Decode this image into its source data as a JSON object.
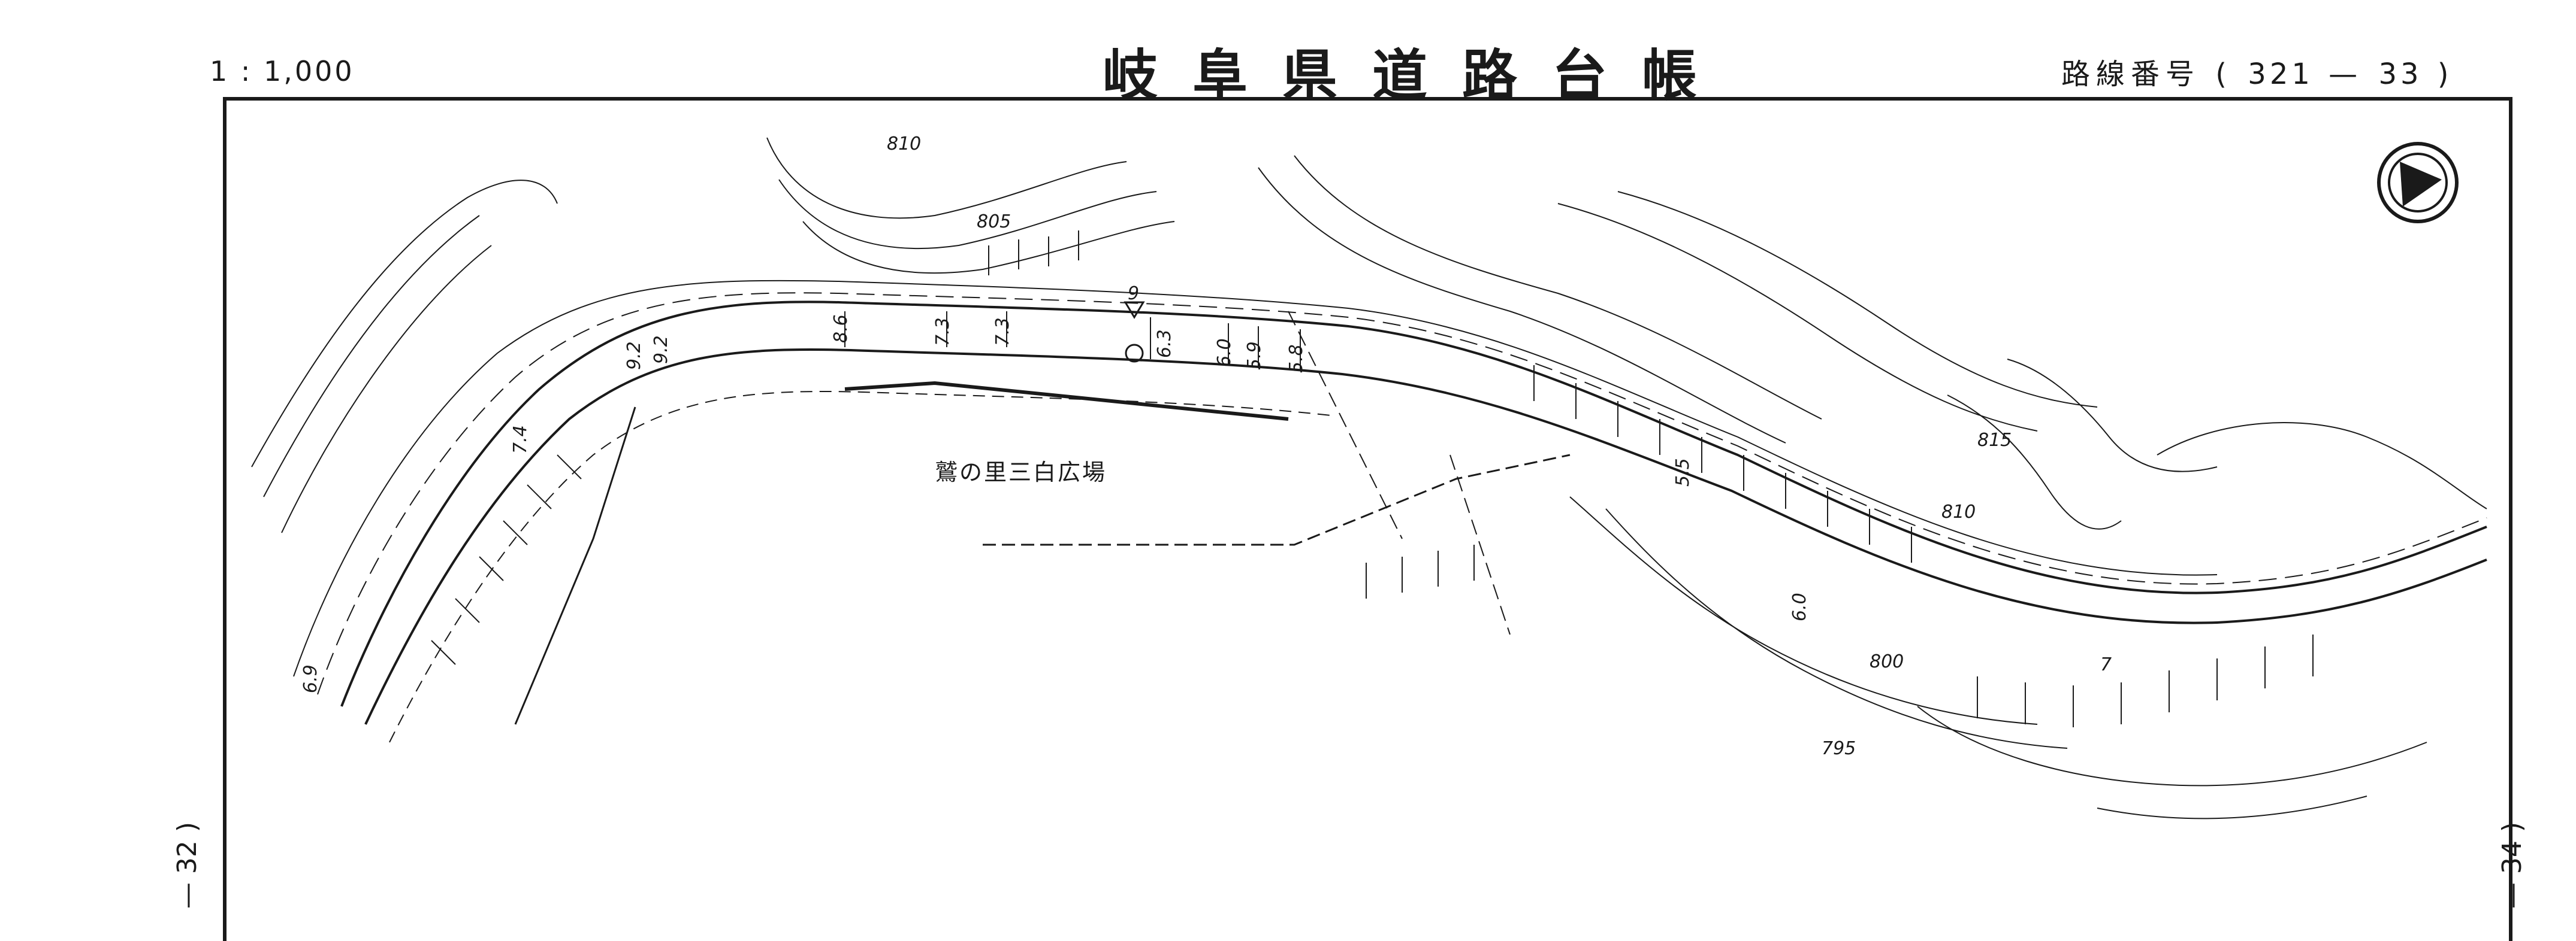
{
  "header": {
    "scale": "1 : 1,000",
    "title": "岐阜県道路台帳",
    "route_label": "路線番号",
    "route_open": "(",
    "route_number": "321",
    "route_dash": "—",
    "sheet_number": "33",
    "route_close": ")"
  },
  "side_labels": {
    "left": "— 32 )",
    "right": "— 34 )"
  },
  "map": {
    "place_name": "鷲の里三白広場",
    "contours": [
      "810",
      "805",
      "815",
      "810",
      "800",
      "795"
    ],
    "widths": [
      "8.6",
      "7.3",
      "7.3",
      "6.3",
      "6.0",
      "5.9",
      "5.8",
      "9.2",
      "9.2",
      "7.4",
      "6.9",
      "5.5",
      "6.0",
      "7"
    ],
    "station": "9",
    "north_arrow": "north-arrow"
  },
  "colors": {
    "ink": "#1a1a1a",
    "paper": "#ffffff"
  }
}
